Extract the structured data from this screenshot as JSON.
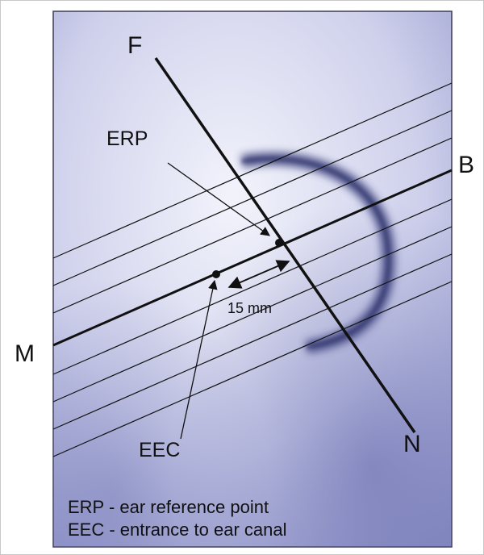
{
  "colors": {
    "panel_light": "#e4e6f6",
    "panel_mid": "#b8bbe0",
    "panel_dark": "#6f74b4",
    "outline": "#3b3b5a",
    "line": "#111111",
    "ear_shadow": "#3a3f7a"
  },
  "labels": {
    "f": "F",
    "b": "B",
    "m": "M",
    "n": "N",
    "erp": "ERP",
    "eec": "EEC",
    "distance": "15 mm"
  },
  "legend": {
    "erp_line": "ERP - ear reference point",
    "eec_line": "EEC - entrance to ear canal"
  }
}
